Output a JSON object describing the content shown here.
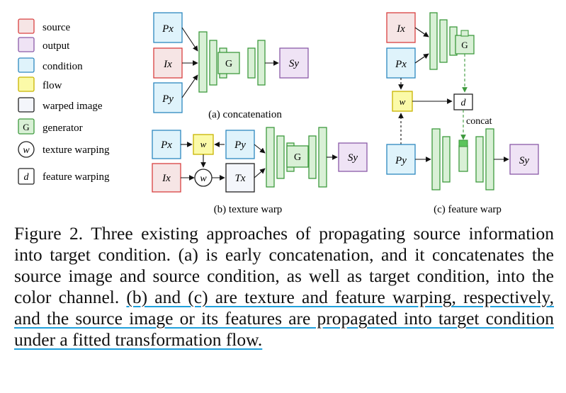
{
  "colors": {
    "source": "#f6e5e5",
    "source_border": "#d94040",
    "output": "#efe3f5",
    "output_border": "#8a5aa8",
    "condition": "#dff3fb",
    "condition_border": "#2d88c0",
    "flow": "#fbfaa8",
    "flow_border": "#c8b400",
    "warped": "#f4f6fb",
    "warped_border": "#222222",
    "generator": "#d9f0d6",
    "generator_border": "#3e9a3e",
    "concat_fill": "#5cc45c",
    "underline": "#1fa0dc"
  },
  "legend": {
    "items": [
      {
        "label": "source"
      },
      {
        "label": "output"
      },
      {
        "label": "condition"
      },
      {
        "label": "flow"
      },
      {
        "label": "warped image"
      },
      {
        "label": "generator",
        "glyph": "G"
      },
      {
        "label": "texture warping",
        "glyph": "w"
      },
      {
        "label": "feature warping",
        "glyph": "d"
      }
    ]
  },
  "panel_a": {
    "px": "Px",
    "ix": "Ix",
    "py": "Py",
    "g": "G",
    "sy": "Sy",
    "caption": "(a) concatenation"
  },
  "panel_b": {
    "px": "Px",
    "w_flow": "w",
    "py": "Py",
    "ix": "Ix",
    "w_op": "w",
    "tx": "Tx",
    "g": "G",
    "sy": "Sy",
    "caption": "(b) texture warp"
  },
  "panel_c": {
    "ix": "Ix",
    "g": "G",
    "px": "Px",
    "w_flow": "w",
    "d_op": "d",
    "concat": "concat",
    "py": "Py",
    "sy": "Sy",
    "caption": "(c) feature warp"
  },
  "caption": {
    "plain": "Figure 2. Three existing approaches of propagating source information into target condition. (a) is early concatenation, and it concatenates the source image and source condition, as well as target condition, into the color channel. ",
    "highlighted": "(b) and (c) are texture and feature warping, respectively, and the source image or its features are propagated into target condition under a fitted transformation flow."
  }
}
